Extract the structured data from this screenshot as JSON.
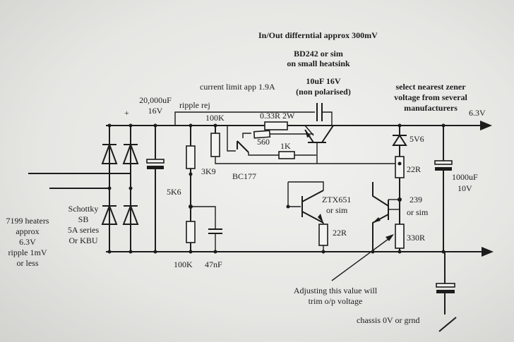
{
  "header": {
    "differential": "In/Out differntial approx 300mV",
    "pass_transistor_line1": "BD242 or sim",
    "pass_transistor_line2": "on small heatsink"
  },
  "notes": {
    "current_limit": "current limit app 1.9A",
    "ripple_rej": "ripple  rej",
    "zener_line1": "select nearest zener",
    "zener_line2": "voltage from several",
    "zener_line3": "manufacturers",
    "adjust_line1": "Adjusting this value will",
    "adjust_line2": "trim o/p voltage",
    "chassis": "chassis 0V or grnd",
    "heaters_line1": "7199 heaters",
    "heaters_line2": "approx",
    "heaters_line3": "6.3V",
    "heaters_line4": "ripple 1mV",
    "heaters_line5": "or less",
    "schottky_line1": "Schottky",
    "schottky_line2": "SB",
    "schottky_line3": "5A series",
    "schottky_line4": "Or KBU"
  },
  "components": {
    "reservoir_cap_value": "20,000uF",
    "reservoir_cap_voltage": "16V",
    "reservoir_plus": "+",
    "nonpol_cap_value": "10uF 16V",
    "nonpol_cap_note": "(non polarised)",
    "r_100k_top": "100K",
    "r_033": "0.33R 2W",
    "r_560": "560",
    "r_1k": "1K",
    "r_3k9": "3K9",
    "bc177": "BC177",
    "r_5k6": "5K6",
    "r_100k_bottom": "100K",
    "cap_47nf": "47nF",
    "ztx651_line1": "ZTX651",
    "ztx651_line2": "or sim",
    "r_22r_emitter": "22R",
    "zener_5v6": "5V6",
    "r_22r_zener": "22R",
    "t239_line1": "239",
    "t239_line2": "or sim",
    "r_330r": "330R",
    "out_cap_value": "1000uF",
    "out_cap_voltage": "10V",
    "output_voltage": "6.3V"
  }
}
